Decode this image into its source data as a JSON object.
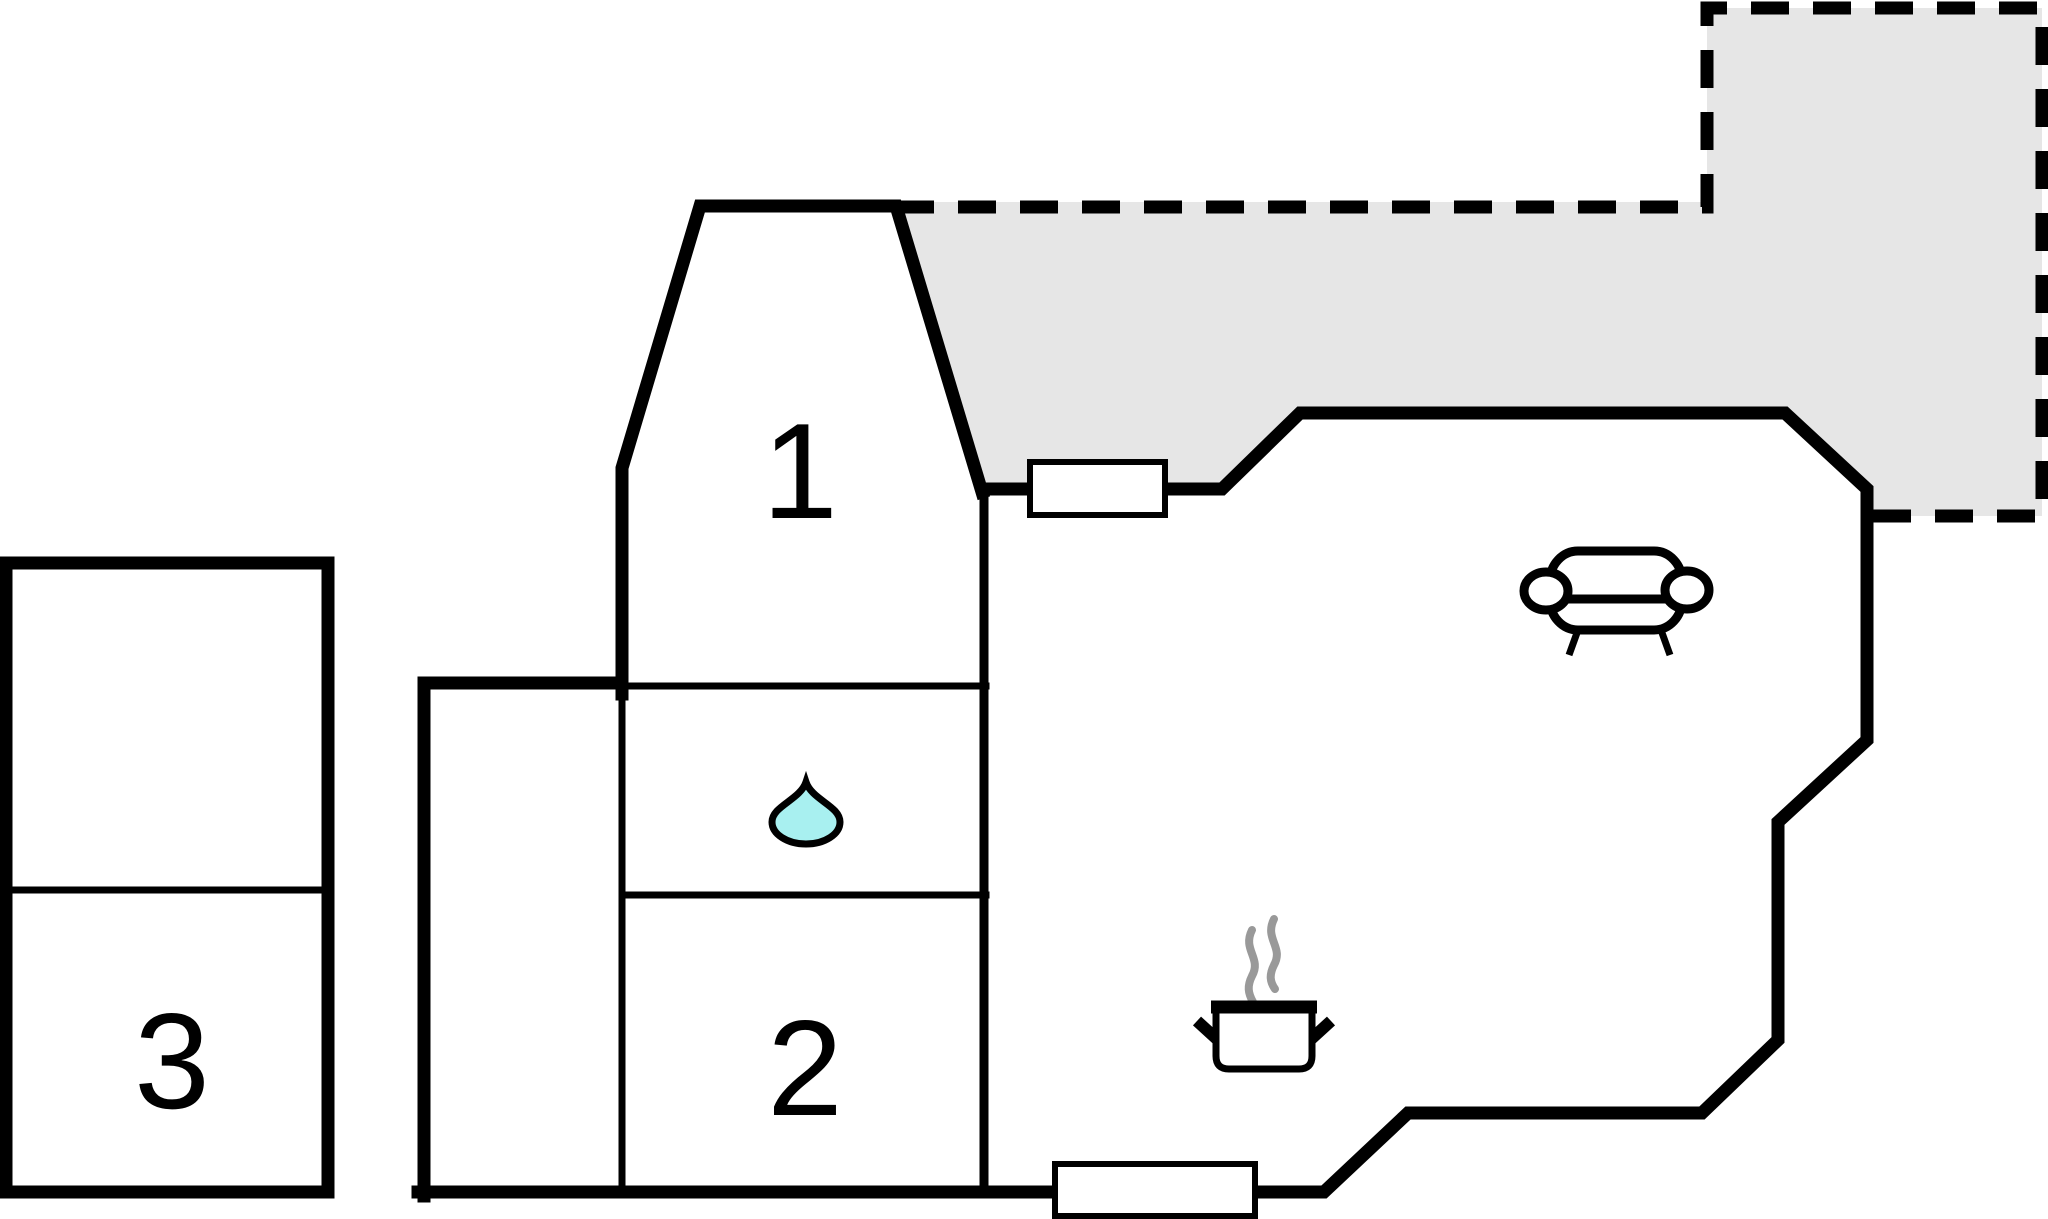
{
  "floor_plan": {
    "rooms": [
      {
        "id": "room-1",
        "label": "1"
      },
      {
        "id": "room-2",
        "label": "2"
      },
      {
        "id": "room-3",
        "label": "3"
      }
    ],
    "icons": [
      {
        "name": "water-drop-icon"
      },
      {
        "name": "sofa-icon"
      },
      {
        "name": "cooking-pot-icon"
      }
    ],
    "colors": {
      "walls": "#000000",
      "terrace_fill": "#e6e6e6",
      "water_drop_fill": "#a8f0f0",
      "steam": "#999999",
      "background": "#ffffff"
    }
  }
}
